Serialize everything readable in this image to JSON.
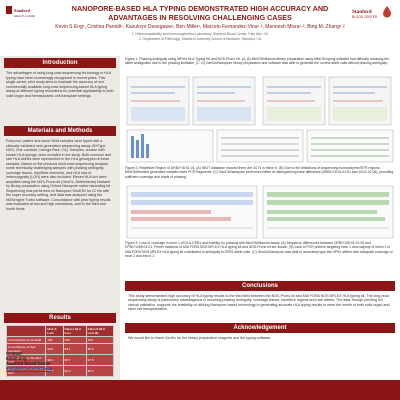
{
  "header": {
    "logo_left_text": "Stanford HEALTH CARE",
    "logo_right_text": "Stanford BLOOD CENTER",
    "title": "NANOPORE-BASED HLA TYPING DEMONSTRATED HIGH ACCURACY AND ADVANTAGES IN RESOLVING CHALLENGING CASES",
    "authors": "Kevin S Eng¹, Cristina Paroidi¹, Kazutoyo Osoegawa¹, Ben Miller¹, Marcelo Fernandez-Vina¹˒², Maneesh Misra¹˒², Bing M. Zhang¹˒²",
    "affiliation_1": "1. Histocompatibility and Immunogenetics Laboratory, Stanford Blood Center, Palo Alto, CA",
    "affiliation_2": "2. Department of Pathology, Stanford University School of Medicine, Stanford, CA"
  },
  "introduction": {
    "heading": "Introduction",
    "text": "The advantages of using long-read sequencing technology in HLA typing have been increasingly recognized in recent years. This single-center, pilot study aims to evaluate the accuracy of one commercially available long-read sequencing-based HLA typing assay at different typing resolutions for potential applicability to both solid organ and hematopoietic cell transplant settings."
  },
  "methods": {
    "heading": "Materials and Methods",
    "text": "Forty-four patient and donor DNA samples were typed with a clinically validated next-generation sequencing assay (NXType NGS, One Lambda, Canoga Park, CA). Samples, chosen with known HLA typings, were included in the study. Both common and rare HLA alleles were represented in the HLA genotypes of these samples. Based on the previous short-read sequencing analysis, some technically challenging samples with phasing ambiguity, coverage issues, repetitive elements, and HLA loss of heterozygosity (LOH) were also included. Eleven HLA loci were amplified using the NGS-Prorio kit (GenDx, Netherlands) followed by library preparation using Oxford Nanopore native barcoding kit. Sequencing was performed on Nanopore GridION for 12 hrs with the super accuracy setting, and data was analyzed using the NGSengine Turbo software. Concordance with prior typing results was evaluated at two and high resolutions, and to the third and fourth fields."
  },
  "results": {
    "heading": "Results",
    "columns": [
      "",
      "HLA-A Loci",
      "Class I HLA Loci",
      "Class II HLA Loci (5)"
    ],
    "rows": [
      [
        "Concordance at two-field",
        "100",
        "100",
        "100"
      ],
      [
        "Concordance at high resolution",
        "98.9",
        "99.1",
        "98.6"
      ],
      [
        "Concordance to the third field",
        "98.4",
        "98.7",
        "97.5"
      ],
      [
        "Concordance to the fourth field",
        "90.4",
        "92.3",
        "88.2"
      ]
    ]
  },
  "contact": {
    "label": "Contact",
    "name": "Kevin Eng",
    "org": "Stanford Blood Center",
    "email": "keng888@stanford.edu"
  },
  "figures": {
    "fig1_caption": "Figure 1: Phasing Ambiguity using MFree HLA Typing Kit and NGS-Prorio Kit. (A, B) MinION/Illumina library preparation using MinION typing software had difficulty resolving the allele ambiguities due to the phasing limitation. (C, D) GenDx/Nanopore library preparation and software was able to generate the correct allele calls without phasing ambiguity.",
    "fig2_caption": "Figure 2: Repetitive Region of DRB1*15:01:01. (A) IMGT database showed there are 34 Ts in Intron 5. (B) Due to the limitations of sequencing homopolymer/STR regions, MinION/Illumina generated variable-sized PCR fragments. (C) GenDx/Nanopore performed better at distinguishing base difference (DRB1*15:01:01:01 and 15:01:01:06), providing sufficient coverage and reads of phasing.",
    "fig3_caption": "Figure 3: Loss of coverage in exon 1 of HLA-DPB1 and inability for phasing with MinION/Illumina assay. (A) Sequence differences between DPB1*105:01:01:06 and DPB1*1065:01:01. Primer locations of MIA FORA NGS MFLEX HLA typing kit and NGS-Prorio kit are shown. (B) Lack of PCR primers targeting exon 1 and majority of intron 1 in MIA FORA NGS MFLEX HLA typing kit contributed to ambiguity in DPB1 allele calls. (C) GenDx/Nanopore was able to accurately type the DPB1 alleles with adequate coverage of exon 1 and intron 1."
  },
  "conclusions": {
    "heading": "Conclusions",
    "text": "This study demonstrated high accuracy of HLA typing results to the third field between the NGS-Prorio kit and MIA FORA NGS MFLEX HLA typing kit. The long-read sequencing assay is particularly advantageous in resolving phasing ambiguity, coverage issues, repetitive regions and rare alleles. The data, though pending full clinical validation, supports the feasibility of utilizing Nanopore-based technology in generating accurate HLA typing results to meet the needs of both solid organ and stem cell transplantation."
  },
  "acknowledgement": {
    "heading": "Acknowledgement",
    "text": "We would like to thank GenDx for the library preparation reagents and the typing software."
  },
  "colors": {
    "accent": "#8c1515",
    "panel_bg": "#edeae6"
  }
}
